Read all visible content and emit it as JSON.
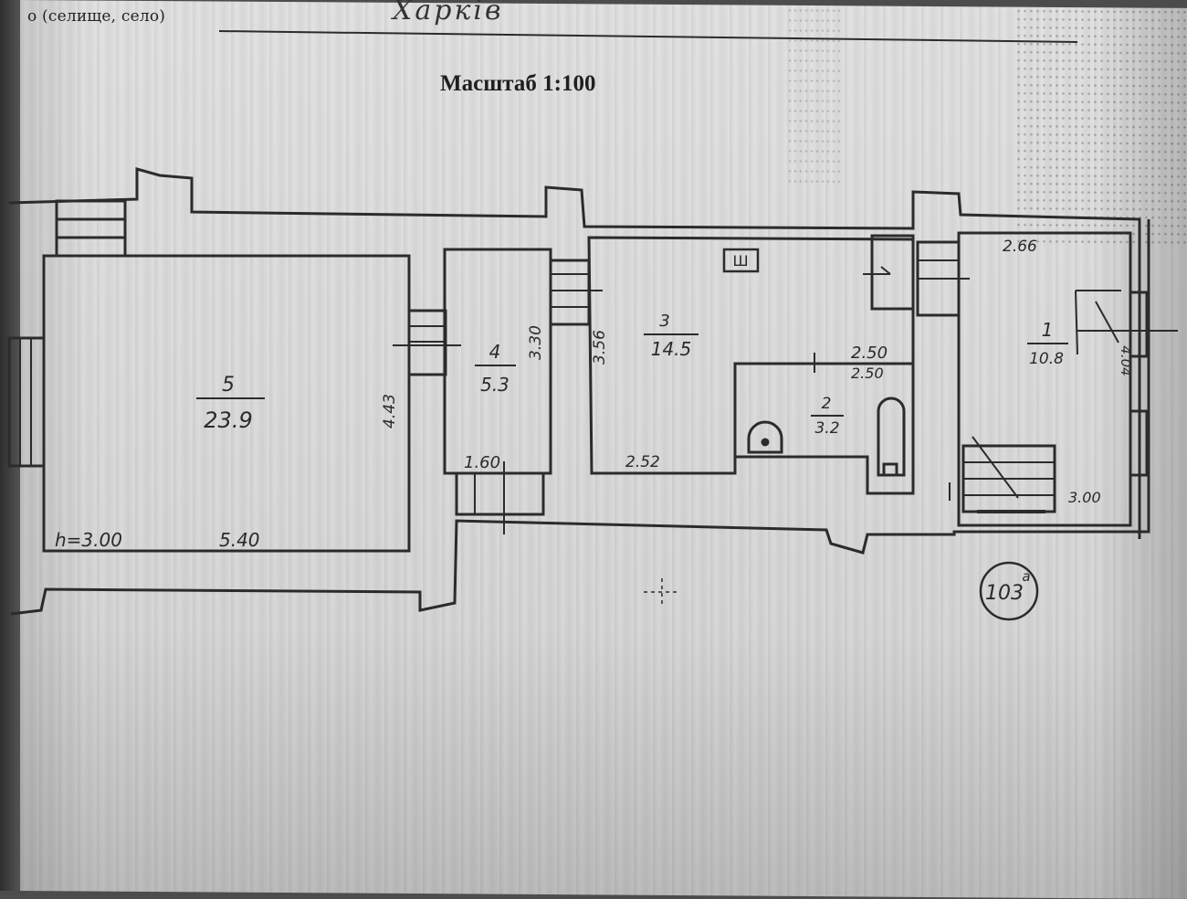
{
  "header": {
    "locality_caption": "о (селище, село)",
    "city_name": "Харків",
    "scale": "Масштаб 1:100"
  },
  "rooms": [
    {
      "number": "5",
      "area": "23.9"
    },
    {
      "number": "4",
      "area": "5.3"
    },
    {
      "number": "3",
      "area": "14.5"
    },
    {
      "number": "2",
      "area": "3.2"
    },
    {
      "number": "1",
      "area": "10.8"
    }
  ],
  "dimensions": {
    "room5_height_note": "h=3.00",
    "room5_length": "5.40",
    "room5_width": "4.43",
    "room4_height": "3.30",
    "room4_width": "1.60",
    "room3_height": "3.56",
    "room3_width": "2.52",
    "room2_top": "2.50",
    "room2_inner": "2.50",
    "room1_width": "2.66",
    "room1_height": "4.04",
    "room1_bottom": "3.00"
  },
  "marks": {
    "box_label": "Ш",
    "circle_label": "103",
    "circle_suffix": "а"
  },
  "colors": {
    "line": "#2b2b2b",
    "paper": "#dcdcdc"
  }
}
